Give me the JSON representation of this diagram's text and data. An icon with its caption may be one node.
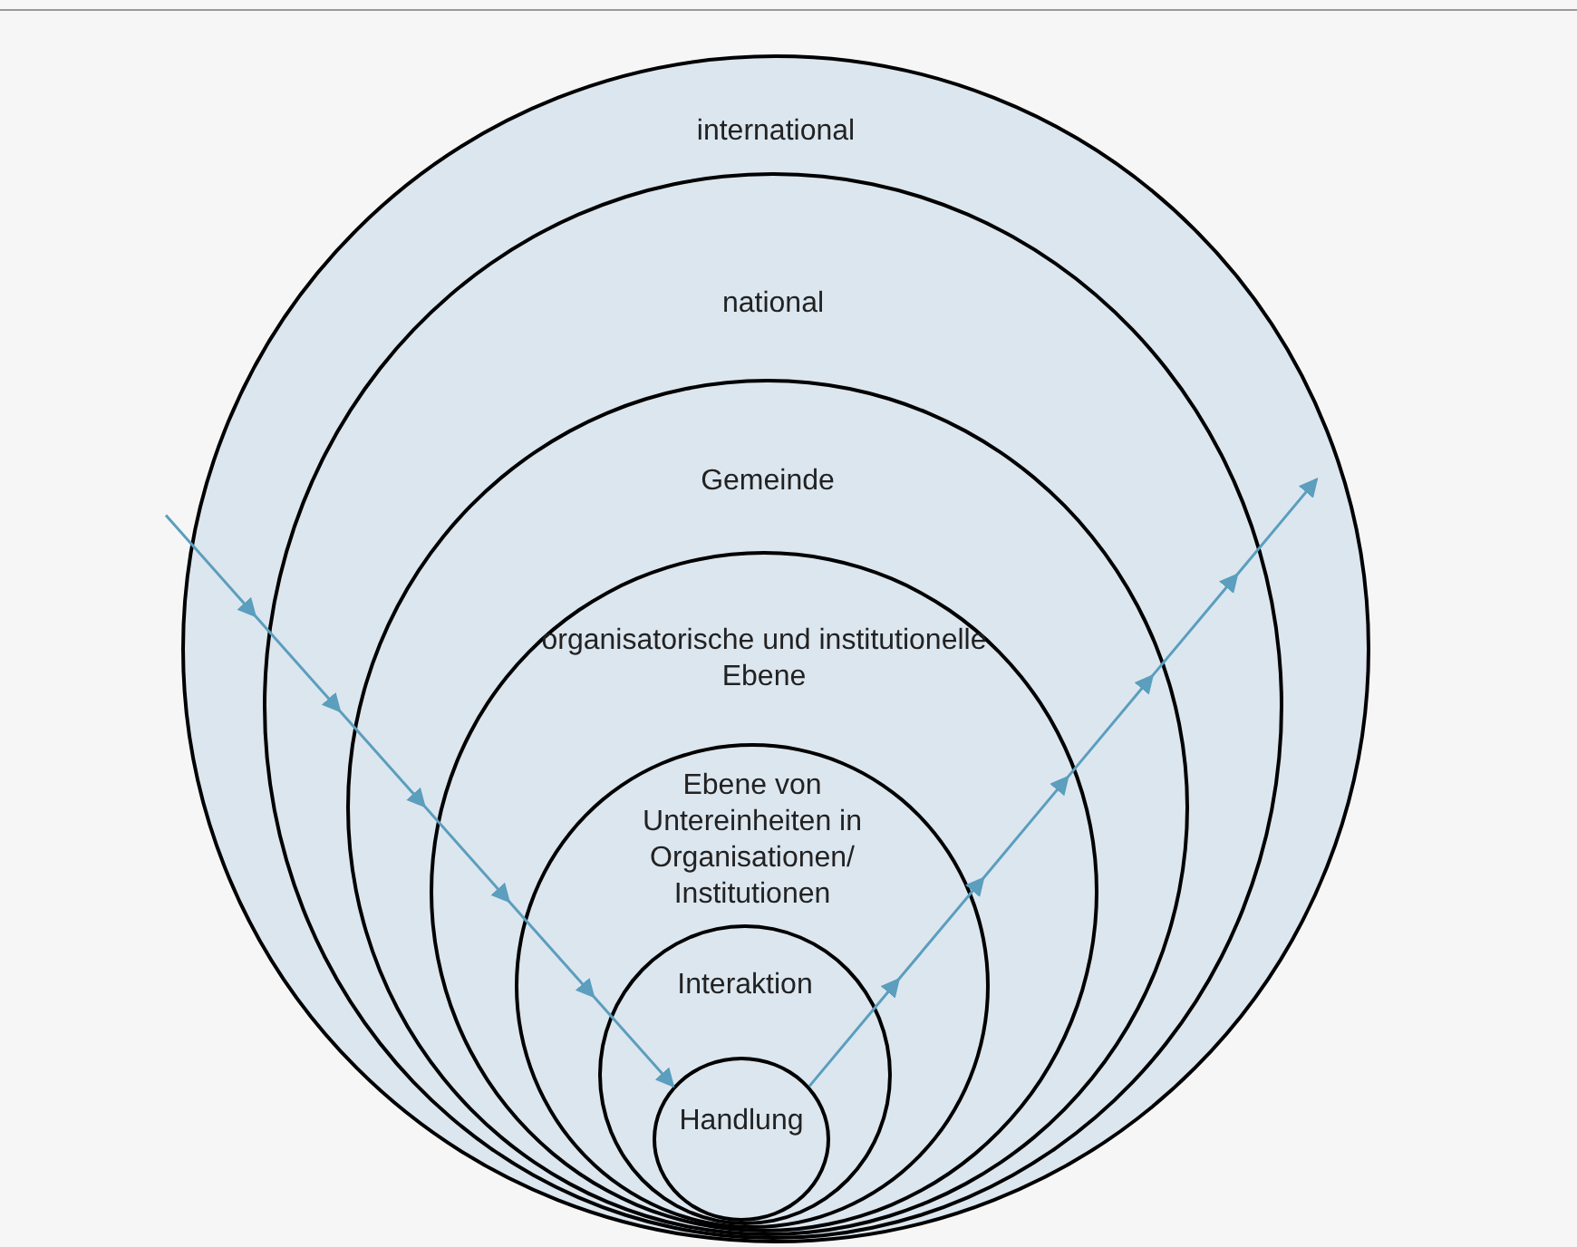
{
  "diagram": {
    "nodes": [
      {
        "text": [
          "international"
        ]
      },
      {
        "text": [
          "national"
        ],
        "in": 0
      },
      {
        "text": [
          "Gemeinde"
        ],
        "in": 1
      },
      {
        "text": [
          "organisatorische und institutionelle Ebene"
        ],
        "in": 2
      },
      {
        "text": [
          "Ebene von Untereinheiten in Organisationen/ Institutionen"
        ],
        "in": 3
      },
      {
        "text": [
          "Interaktion"
        ],
        "in": 4
      },
      {
        "text": [
          "Handlung"
        ],
        "in": 5
      }
    ],
    "edges": [
      {
        "from": null,
        "to": 6,
        "arrow": "to"
      },
      {
        "from": 6,
        "to": null,
        "arrow": "to"
      }
    ]
  }
}
